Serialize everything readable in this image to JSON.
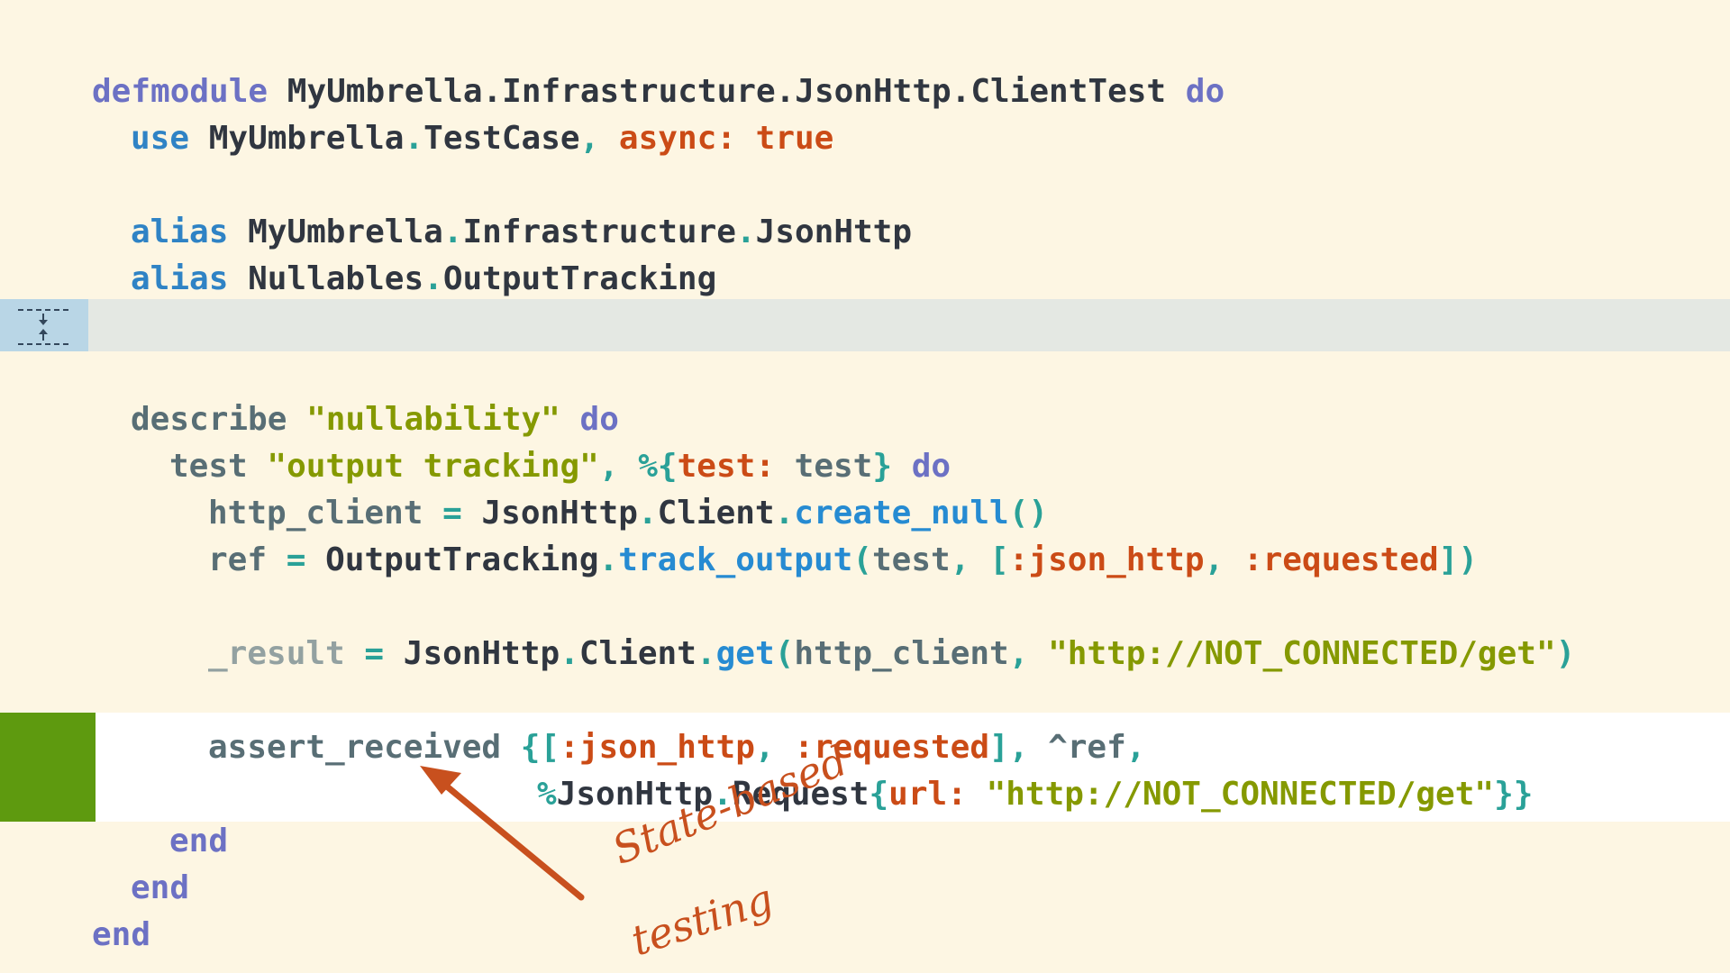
{
  "code": {
    "l1": {
      "kw": "defmodule",
      "mod": "MyUmbrella.Infrastructure.JsonHttp.ClientTest",
      "kw2": "do"
    },
    "l2": {
      "kw": "use",
      "mod1": "MyUmbrella",
      "mod2": "TestCase",
      "opt": "async:",
      "val": "true"
    },
    "l4": {
      "kw": "alias",
      "mod1": "MyUmbrella",
      "mod2": "Infrastructure",
      "mod3": "JsonHttp"
    },
    "l5": {
      "kw": "alias",
      "mod1": "Nullables",
      "mod2": "OutputTracking"
    },
    "l8": {
      "fn": "describe",
      "str": "\"nullability\"",
      "kw": "do"
    },
    "l9": {
      "fn": "test",
      "str": "\"output tracking\"",
      "map_open": "%{",
      "key": "test:",
      "val": "test",
      "map_close": "}",
      "kw": "do"
    },
    "l10": {
      "var": "http_client",
      "op": "=",
      "mod1": "JsonHttp",
      "mod2": "Client",
      "call": "create_null",
      "parens": "()"
    },
    "l11": {
      "var": "ref",
      "op": "=",
      "mod": "OutputTracking",
      "call": "track_output",
      "open": "(",
      "arg": "test",
      "list_open": "[",
      "atom1": ":json_http",
      "atom2": ":requested",
      "close": "])"
    },
    "l13": {
      "var": "_result",
      "op": "=",
      "mod1": "JsonHttp",
      "mod2": "Client",
      "call": "get",
      "open": "(",
      "arg": "http_client",
      "str": "\"http://NOT_CONNECTED/get\"",
      "close": ")"
    },
    "l15": {
      "fn": "assert_received",
      "open": "{[",
      "atom1": ":json_http",
      "atom2": ":requested",
      "list_close": "],",
      "pin": "^ref",
      "comma": ","
    },
    "l16": {
      "struct_open": "%",
      "mod1": "JsonHttp",
      "mod2": "Request",
      "brace": "{",
      "key": "url:",
      "str": "\"http://NOT_CONNECTED/get\"",
      "close": "}}"
    },
    "l17": {
      "kw": "end"
    },
    "l18": {
      "kw": "end"
    },
    "l19": {
      "kw": "end"
    }
  },
  "annotation": {
    "line1": "State-based",
    "line2": "testing",
    "color": "#c8501e"
  },
  "colors": {
    "background": "#fdf6e3",
    "highlight": "#ffffff",
    "marker": "#5e9a0f",
    "fold_band": "#e4e8e3",
    "fold_handle": "#b9d6e6"
  }
}
